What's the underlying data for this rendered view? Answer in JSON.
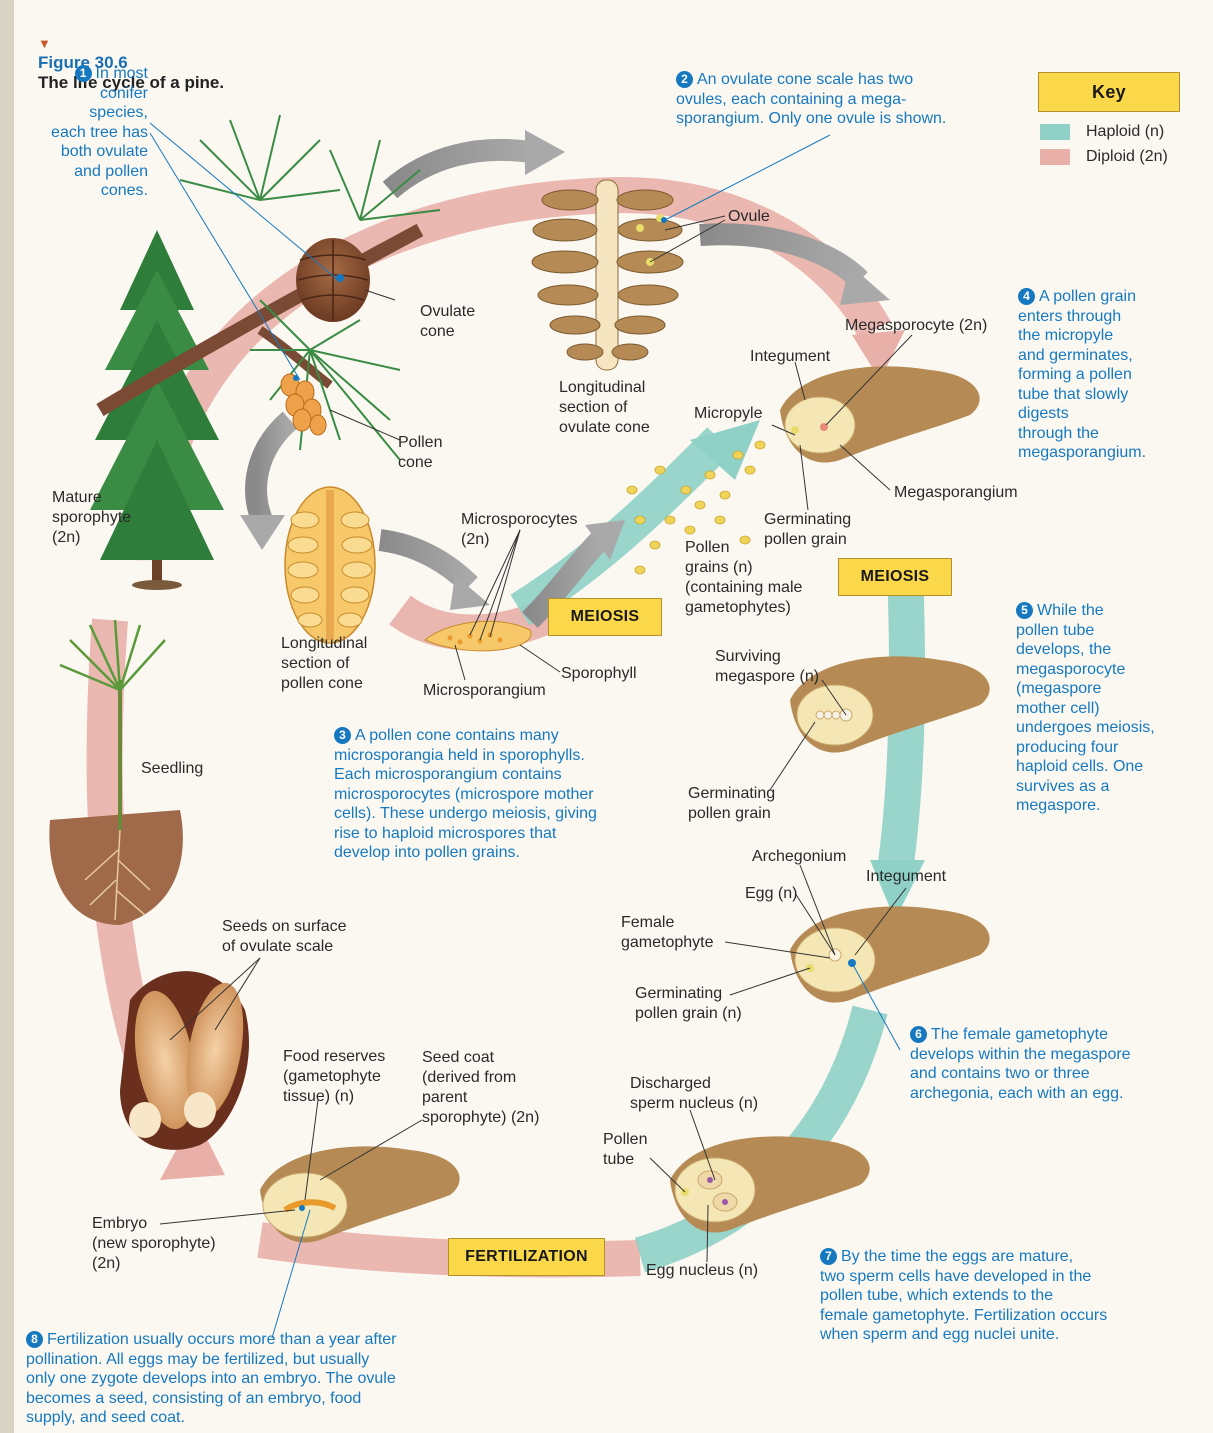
{
  "figure": {
    "label": "Figure 30.6",
    "title": "The life cycle of a pine."
  },
  "key": {
    "title": "Key",
    "haploid": "Haploid (n)",
    "diploid": "Diploid (2n)",
    "haploid_color": "#8fd0c7",
    "diploid_color": "#e8b0a8"
  },
  "stages": {
    "meiosis_left": "MEIOSIS",
    "meiosis_right": "MEIOSIS",
    "fertilization": "FERTILIZATION"
  },
  "steps": {
    "s1": {
      "num": "1",
      "text": "In most\nconifer species,\neach tree has\nboth ovulate\nand pollen\ncones."
    },
    "s2": {
      "num": "2",
      "text": "An ovulate cone scale has two\novules, each containing a mega-\nsporangium. Only one ovule is shown."
    },
    "s3": {
      "num": "3",
      "text": "A pollen cone contains many\nmicrosporangia held in sporophylls.\nEach microsporangium contains\nmicrosporocytes (microspore mother\ncells). These undergo meiosis, giving\nrise to haploid microspores that\ndevelop into pollen grains."
    },
    "s4": {
      "num": "4",
      "text": "A pollen grain\nenters through\nthe micropyle\nand germinates,\nforming a pollen\ntube that slowly\ndigests\nthrough the\nmegasporangium."
    },
    "s5": {
      "num": "5",
      "text": "While the\npollen tube\ndevelops, the\nmegasporocyte\n(megaspore\nmother cell)\nundergoes meiosis,\nproducing four\nhaploid cells. One\nsurvives as a\nmegaspore."
    },
    "s6": {
      "num": "6",
      "text": "The female gametophyte\ndevelops within the megaspore\nand contains two or three\narchegonia, each with an egg."
    },
    "s7": {
      "num": "7",
      "text": "By the time the eggs are mature,\ntwo sperm cells have developed in the\npollen tube, which extends to the\nfemale gametophyte. Fertilization occurs\nwhen sperm and egg nuclei unite."
    },
    "s8": {
      "num": "8",
      "text": "Fertilization usually occurs more than a year after\npollination. All eggs may be fertilized, but usually\nonly one zygote develops into an embryo. The ovule\nbecomes a seed, consisting of an embryo, food\nsupply, and seed coat."
    }
  },
  "labels": {
    "ovulate_cone": "Ovulate\ncone",
    "pollen_cone": "Pollen\ncone",
    "mature_sporophyte": "Mature\nsporophyte\n(2n)",
    "long_section_ovulate": "Longitudinal\nsection of\novulate cone",
    "ovule": "Ovule",
    "megasporocyte": "Megasporocyte (2n)",
    "integument_top": "Integument",
    "micropyle": "Micropyle",
    "megasporangium": "Megasporangium",
    "germinating_pollen_top": "Germinating\npollen grain",
    "pollen_grains": "Pollen\ngrains (n)\n(containing male\ngametophytes)",
    "microsporocytes": "Microsporocytes\n(2n)",
    "long_section_pollen": "Longitudinal\nsection of\npollen cone",
    "sporophyll": "Sporophyll",
    "microsporangium": "Microsporangium",
    "surviving_megaspore": "Surviving\nmegaspore (n)",
    "germinating_pollen_mid": "Germinating\npollen grain",
    "archegonium": "Archegonium",
    "integument_mid": "Integument",
    "egg": "Egg (n)",
    "female_gametophyte": "Female\ngametophyte",
    "germinating_pollen_low": "Germinating\npollen grain (n)",
    "seedling": "Seedling",
    "seeds_on_surface": "Seeds on surface\nof ovulate scale",
    "food_reserves": "Food reserves\n(gametophyte\ntissue) (n)",
    "seed_coat": "Seed coat\n(derived from\nparent\nsporophyte) (2n)",
    "discharged_sperm": "Discharged\nsperm nucleus (n)",
    "pollen_tube": "Pollen\ntube",
    "embryo": "Embryo\n(new sporophyte)\n(2n)",
    "egg_nucleus": "Egg nucleus (n)"
  }
}
